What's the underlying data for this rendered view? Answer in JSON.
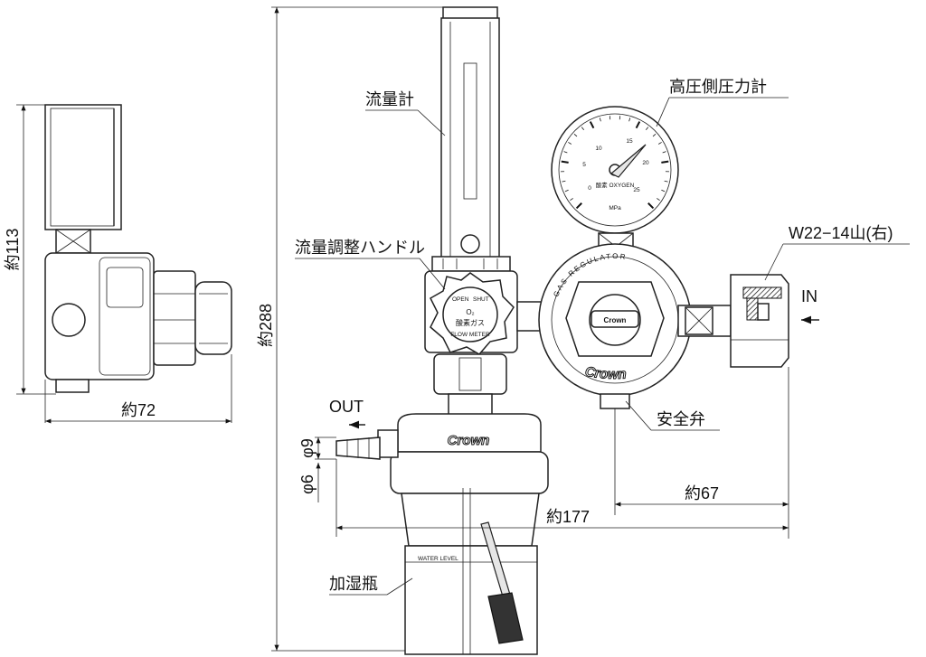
{
  "labels": {
    "flowmeter": "流量計",
    "high_pressure_gauge": "高圧側圧力計",
    "flow_adjust_handle": "流量調整ハンドル",
    "inlet_thread": "W22−14山(右)",
    "inlet": "IN",
    "outlet": "OUT",
    "safety_valve": "安全弁",
    "humidifier_bottle": "加湿瓶"
  },
  "dimensions": {
    "side_height": "約113",
    "side_width": "約72",
    "total_height": "約288",
    "total_width": "約177",
    "valve_offset": "約67",
    "outlet_outer_diameter": "φ9",
    "outlet_inner_diameter": "φ6"
  },
  "markings": {
    "gauge_unit": "MPa",
    "gauge_ticks": [
      "0",
      "5",
      "10",
      "15",
      "20",
      "25"
    ],
    "gauge_center_text": "酸素 OXYGEN",
    "regulator_ring": "GAS REGULATOR",
    "brand": "Crown",
    "knob_open": "OPEN",
    "knob_shut": "SHUT",
    "knob_gas_formula": "O₂",
    "knob_gas_name": "酸素ガス",
    "knob_flow_meter": "FLOW METER",
    "water_level": "WATER LEVEL"
  }
}
